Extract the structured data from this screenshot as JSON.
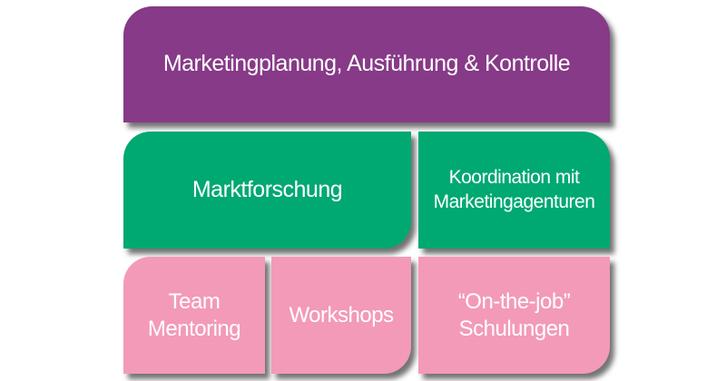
{
  "colors": {
    "top": "#873a87",
    "middle": "#00a872",
    "bottom": "#f39ab8"
  },
  "top": {
    "label": "Marketingplanung, Ausführung & Kontrolle"
  },
  "middle": [
    {
      "label": "Marktforschung"
    },
    {
      "line1": "Koordination mit",
      "line2": "Marketingagenturen"
    }
  ],
  "bottom": [
    {
      "line1": "Team",
      "line2": "Mentoring"
    },
    {
      "label": "Workshops"
    },
    {
      "line1": "“On-the-job”",
      "line2": "Schulungen"
    }
  ]
}
